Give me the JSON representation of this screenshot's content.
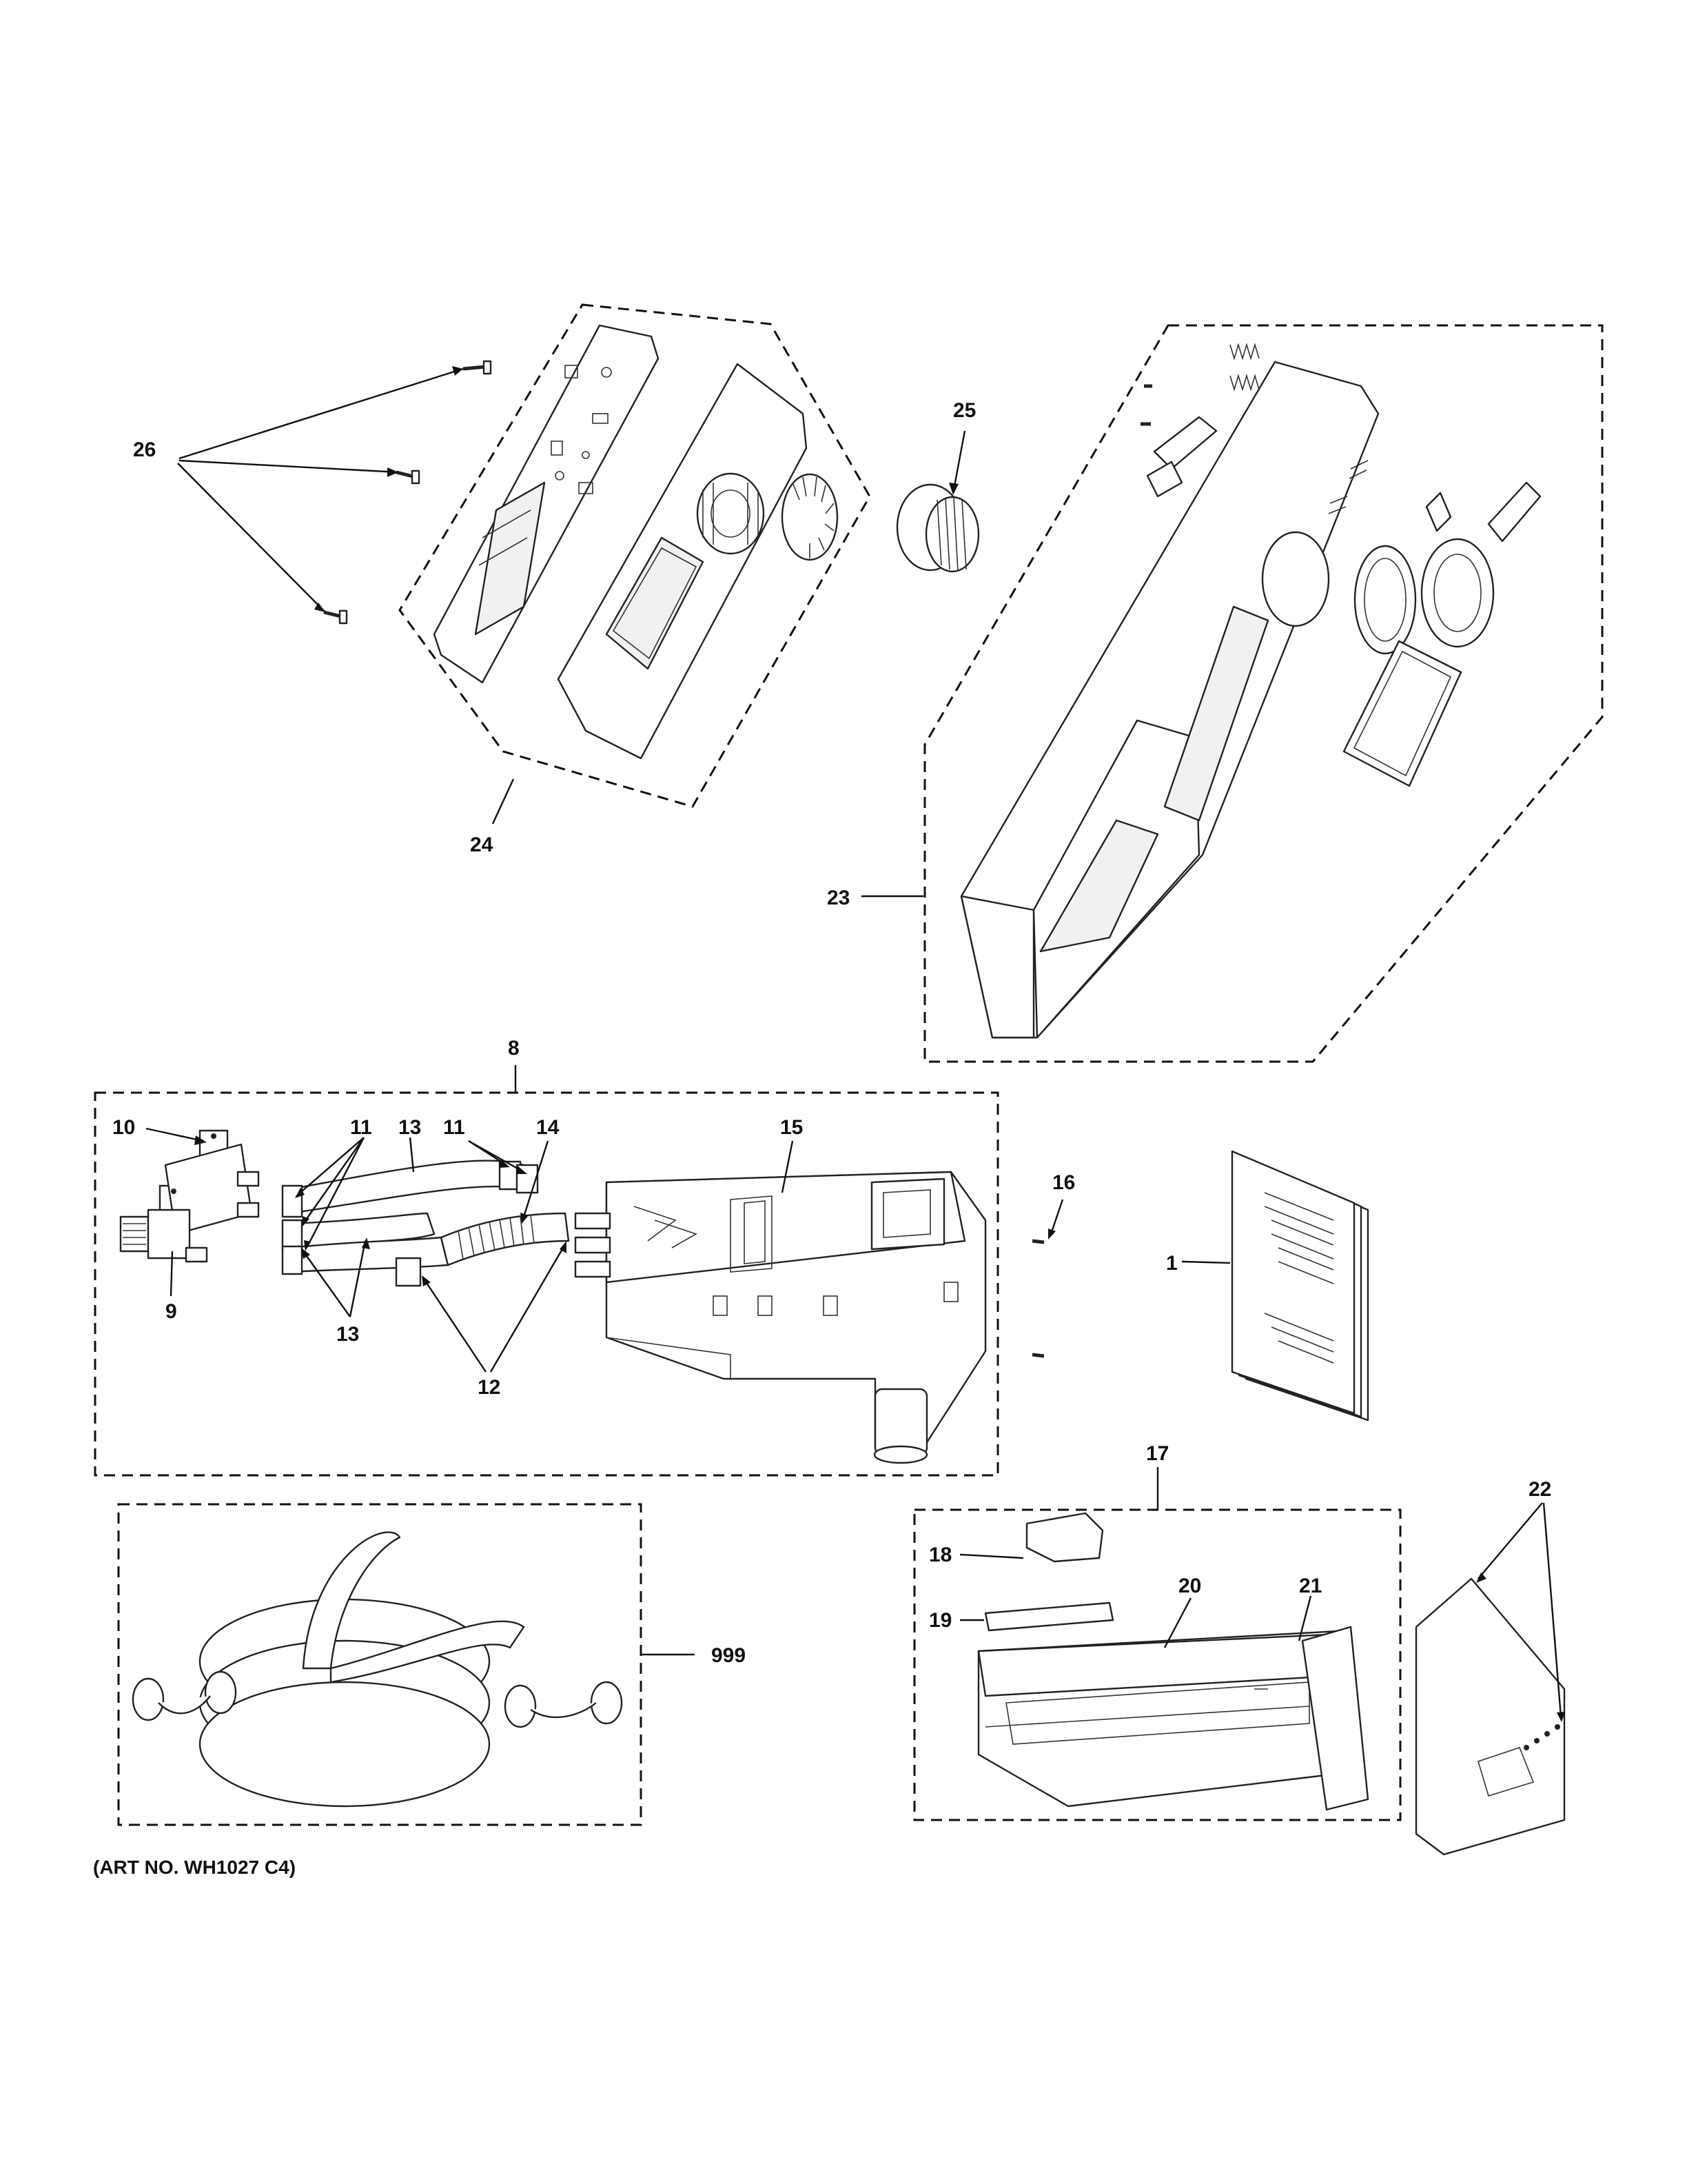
{
  "art_number": "(ART NO. WH1027 C4)",
  "callouts": {
    "c1": "1",
    "c8": "8",
    "c9": "9",
    "c10": "10",
    "c11a": "11",
    "c11b": "11",
    "c12": "12",
    "c13a": "13",
    "c13b": "13",
    "c14": "14",
    "c15": "15",
    "c16": "16",
    "c17": "17",
    "c18": "18",
    "c19": "19",
    "c20": "20",
    "c21": "21",
    "c22": "22",
    "c23": "23",
    "c24": "24",
    "c25": "25",
    "c26": "26",
    "c999": "999"
  }
}
